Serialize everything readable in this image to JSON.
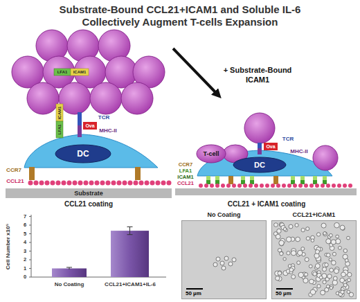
{
  "diagram": {
    "title": "Substrate-Bound CCL21+ICAM1 and Soluble IL-6 Collectively Augment T-cells Expansion",
    "nodes": [
      {
        "text": [
          "DC"
        ]
      },
      {
        "text": [
          "Ova"
        ]
      },
      {
        "text": [
          "Substrate"
        ]
      },
      {
        "text": [
          "T-cell"
        ]
      },
      {
        "text": [
          "DC"
        ]
      },
      {
        "text": [
          "Ova"
        ]
      },
      {
        "text": [
          "No Coating",
          "50 µm"
        ]
      },
      {
        "text": [
          "CCL21+ICAM1",
          "50 µm"
        ]
      }
    ],
    "labels": [
      "LFA1",
      "ICAM1",
      "ICAM1",
      "LFA1",
      "TCR",
      "MHC-II",
      "CCR7",
      "CCL21",
      "CCL21 coating",
      "+ Substrate-Bound ICAM1",
      "TCR",
      "MHC-II",
      "CCR7",
      "LFA1",
      "ICAM1",
      "CCL21",
      "CCL21 + ICAM1 coating",
      "Cell Number x10⁵",
      "0",
      "1",
      "2",
      "3",
      "4",
      "5",
      "6",
      "7",
      "No Coating",
      "CCL21+ICAM1+IL-6"
    ]
  }
}
